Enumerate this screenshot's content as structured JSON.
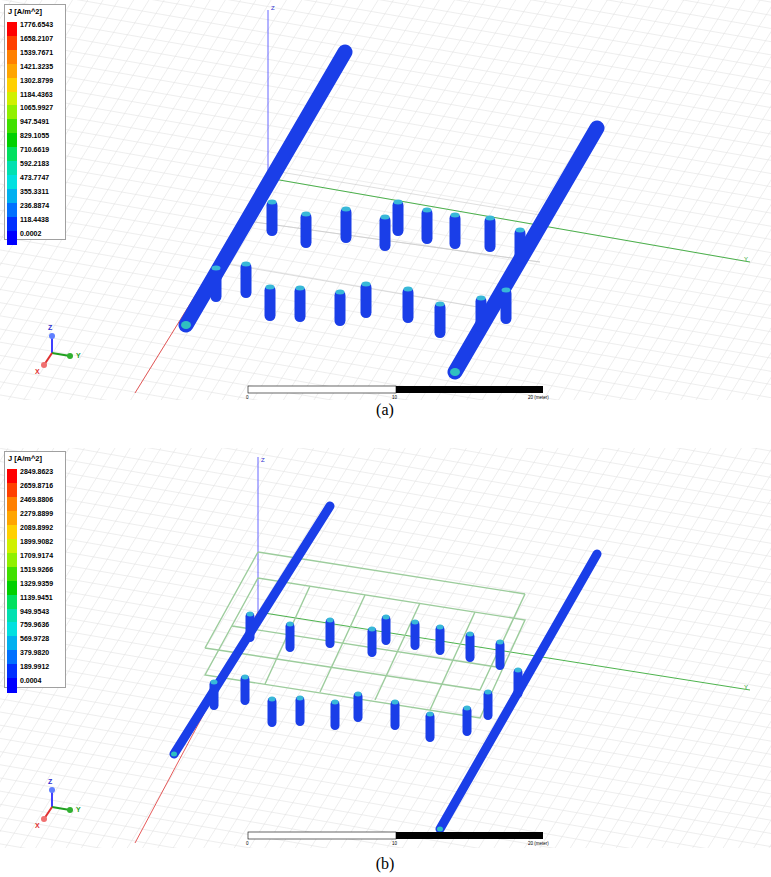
{
  "diagram": {
    "labels": [
      "J [A/m^2]",
      "Z",
      "Y",
      "Z",
      "Y",
      "X",
      "0",
      "10",
      "20 (meter)",
      "(a)",
      "J [A/m^2]",
      "Z",
      "Y",
      "Z",
      "Y",
      "X",
      "0",
      "10",
      "20 (meter)",
      "(b)"
    ],
    "legend": [
      {
        "text": "1776.6543",
        "color": "#ff0000"
      },
      {
        "text": "1658.2107",
        "color": "#ff4000"
      },
      {
        "text": "1539.7671",
        "color": "#ff8000"
      },
      {
        "text": "1421.3235",
        "color": "#ffa500"
      },
      {
        "text": "1302.8799",
        "color": "#ffd000"
      },
      {
        "text": "1184.4363",
        "color": "#d0f000"
      },
      {
        "text": "1065.9927",
        "color": "#90f000"
      },
      {
        "text": "947.5491",
        "color": "#40e000"
      },
      {
        "text": "829.1055",
        "color": "#00d000"
      },
      {
        "text": "710.6619",
        "color": "#00e060"
      },
      {
        "text": "592.2183",
        "color": "#00e0b0"
      },
      {
        "text": "473.7747",
        "color": "#00e0e0"
      },
      {
        "text": "355.3311",
        "color": "#00b0f0"
      },
      {
        "text": "236.8874",
        "color": "#0070ff"
      },
      {
        "text": "118.4438",
        "color": "#0030ff"
      },
      {
        "text": "0.0002",
        "color": "#0000ff"
      },
      {
        "text": "2849.8623",
        "color": "#ff0000"
      },
      {
        "text": "2659.8716",
        "color": "#ff4000"
      },
      {
        "text": "2469.8806",
        "color": "#ff8000"
      },
      {
        "text": "2279.8899",
        "color": "#ffa500"
      },
      {
        "text": "2089.8992",
        "color": "#ffd000"
      },
      {
        "text": "1899.9082",
        "color": "#d0f000"
      },
      {
        "text": "1709.9174",
        "color": "#90f000"
      },
      {
        "text": "1519.9266",
        "color": "#40e000"
      },
      {
        "text": "1329.9359",
        "color": "#00d000"
      },
      {
        "text": "1139.9451",
        "color": "#00e060"
      },
      {
        "text": "949.9543",
        "color": "#00e0b0"
      },
      {
        "text": "759.9636",
        "color": "#00e0e0"
      },
      {
        "text": "569.9728",
        "color": "#00b0f0"
      },
      {
        "text": "379.9820",
        "color": "#0070ff"
      },
      {
        "text": "189.9912",
        "color": "#0030ff"
      },
      {
        "text": "0.0004",
        "color": "#0000ff"
      }
    ]
  }
}
